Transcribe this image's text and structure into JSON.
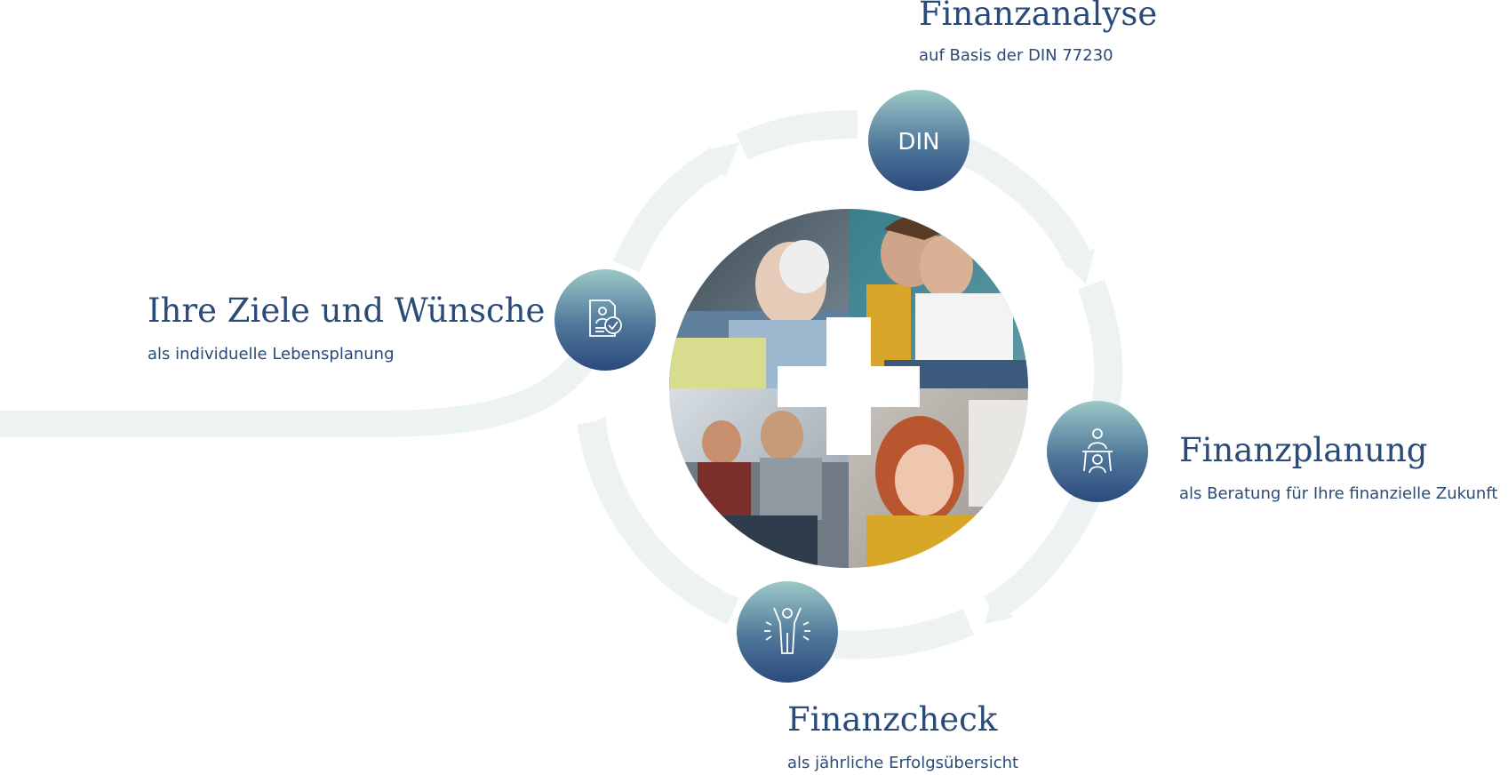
{
  "steps": {
    "goals": {
      "title": "Ihre Ziele und Wünsche",
      "subtitle": "als individuelle Lebensplanung",
      "icon": "document-check-icon"
    },
    "analysis": {
      "title": "Finanzanalyse",
      "subtitle": "auf Basis der DIN 77230",
      "icon_text": "DIN"
    },
    "planning": {
      "title": "Finanzplanung",
      "subtitle": "als Beratung für Ihre finanzielle Zukunft",
      "icon": "consultation-icon"
    },
    "check": {
      "title": "Finanzcheck",
      "subtitle": "als jährliche Erfolgsübersicht",
      "icon": "celebrating-person-icon"
    }
  },
  "colors": {
    "title_text": "#2a4a78",
    "cycle_track": "#ecf3f2",
    "node_gradient_top": "#9cc8c6",
    "node_gradient_bottom": "#2c4a7d",
    "plus_sign": "#ffffff"
  },
  "center_image": {
    "quadrants": [
      "elderly-man-relaxing-photo",
      "smiling-couple-photo",
      "family-on-sofa-photo",
      "red-haired-girl-photo"
    ]
  }
}
